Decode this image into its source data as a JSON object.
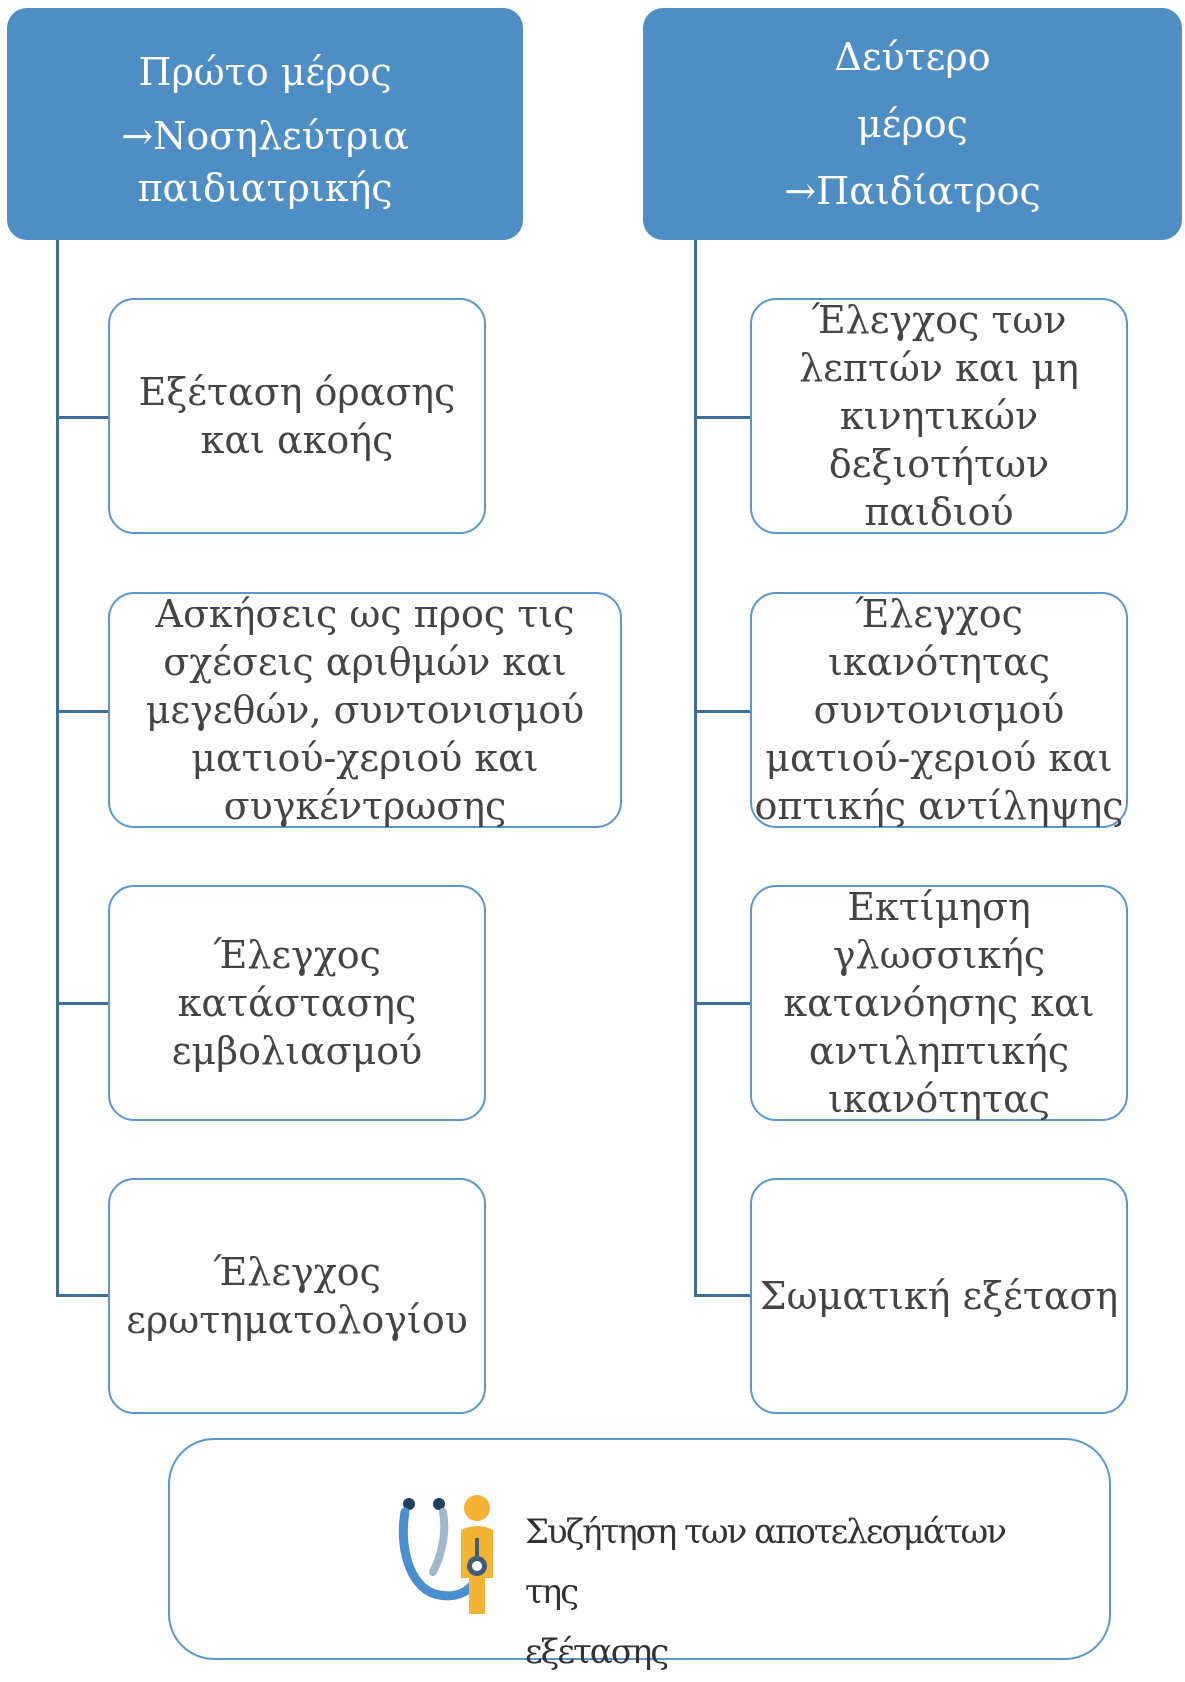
{
  "left_header": {
    "lines": [
      "Πρώτο μέρος",
      "→Νοσηλεύτρια",
      "παιδιατρικής"
    ]
  },
  "right_header": {
    "lines": [
      "Δεύτερο",
      "μέρος",
      "→Παιδίατρος"
    ]
  },
  "left_items": [
    {
      "lines": [
        "Εξέταση όρασης",
        "και ακοής"
      ]
    },
    {
      "lines": [
        "Ασκήσεις ως προς τις",
        "σχέσεις αριθμών και",
        "μεγεθών, συντονισμού",
        "ματιού-χεριού και",
        "συγκέντρωσης"
      ]
    },
    {
      "lines": [
        "Έλεγχος",
        "κατάστασης",
        "εμβολιασμού"
      ]
    },
    {
      "lines": [
        "Έλεγχος",
        "ερωτηματολογίου"
      ]
    }
  ],
  "right_items": [
    {
      "lines": [
        "Έλεγχος των",
        "λεπτών και μη",
        "κινητικών",
        "δεξιοτήτων",
        "παιδιού"
      ]
    },
    {
      "lines": [
        "Έλεγχος",
        "ικανότητας",
        "συντονισμού",
        "ματιού-χεριού και",
        "οπτικής αντίληψης"
      ]
    },
    {
      "lines": [
        "Εκτίμηση",
        "γλωσσικής",
        "κατανόησης και",
        "αντιληπτικής",
        "ικανότητας"
      ]
    },
    {
      "lines": [
        "Σωματική εξέταση"
      ]
    }
  ],
  "summary": {
    "lines": [
      "Συζήτηση των αποτελεσμάτων της",
      "εξέτασης"
    ],
    "icon": "doctor-stethoscope-icon"
  },
  "colors": {
    "header_fill": "#4f8ec5",
    "box_border": "#5b97cf",
    "connector": "#3d6f99",
    "text": "#444444"
  }
}
